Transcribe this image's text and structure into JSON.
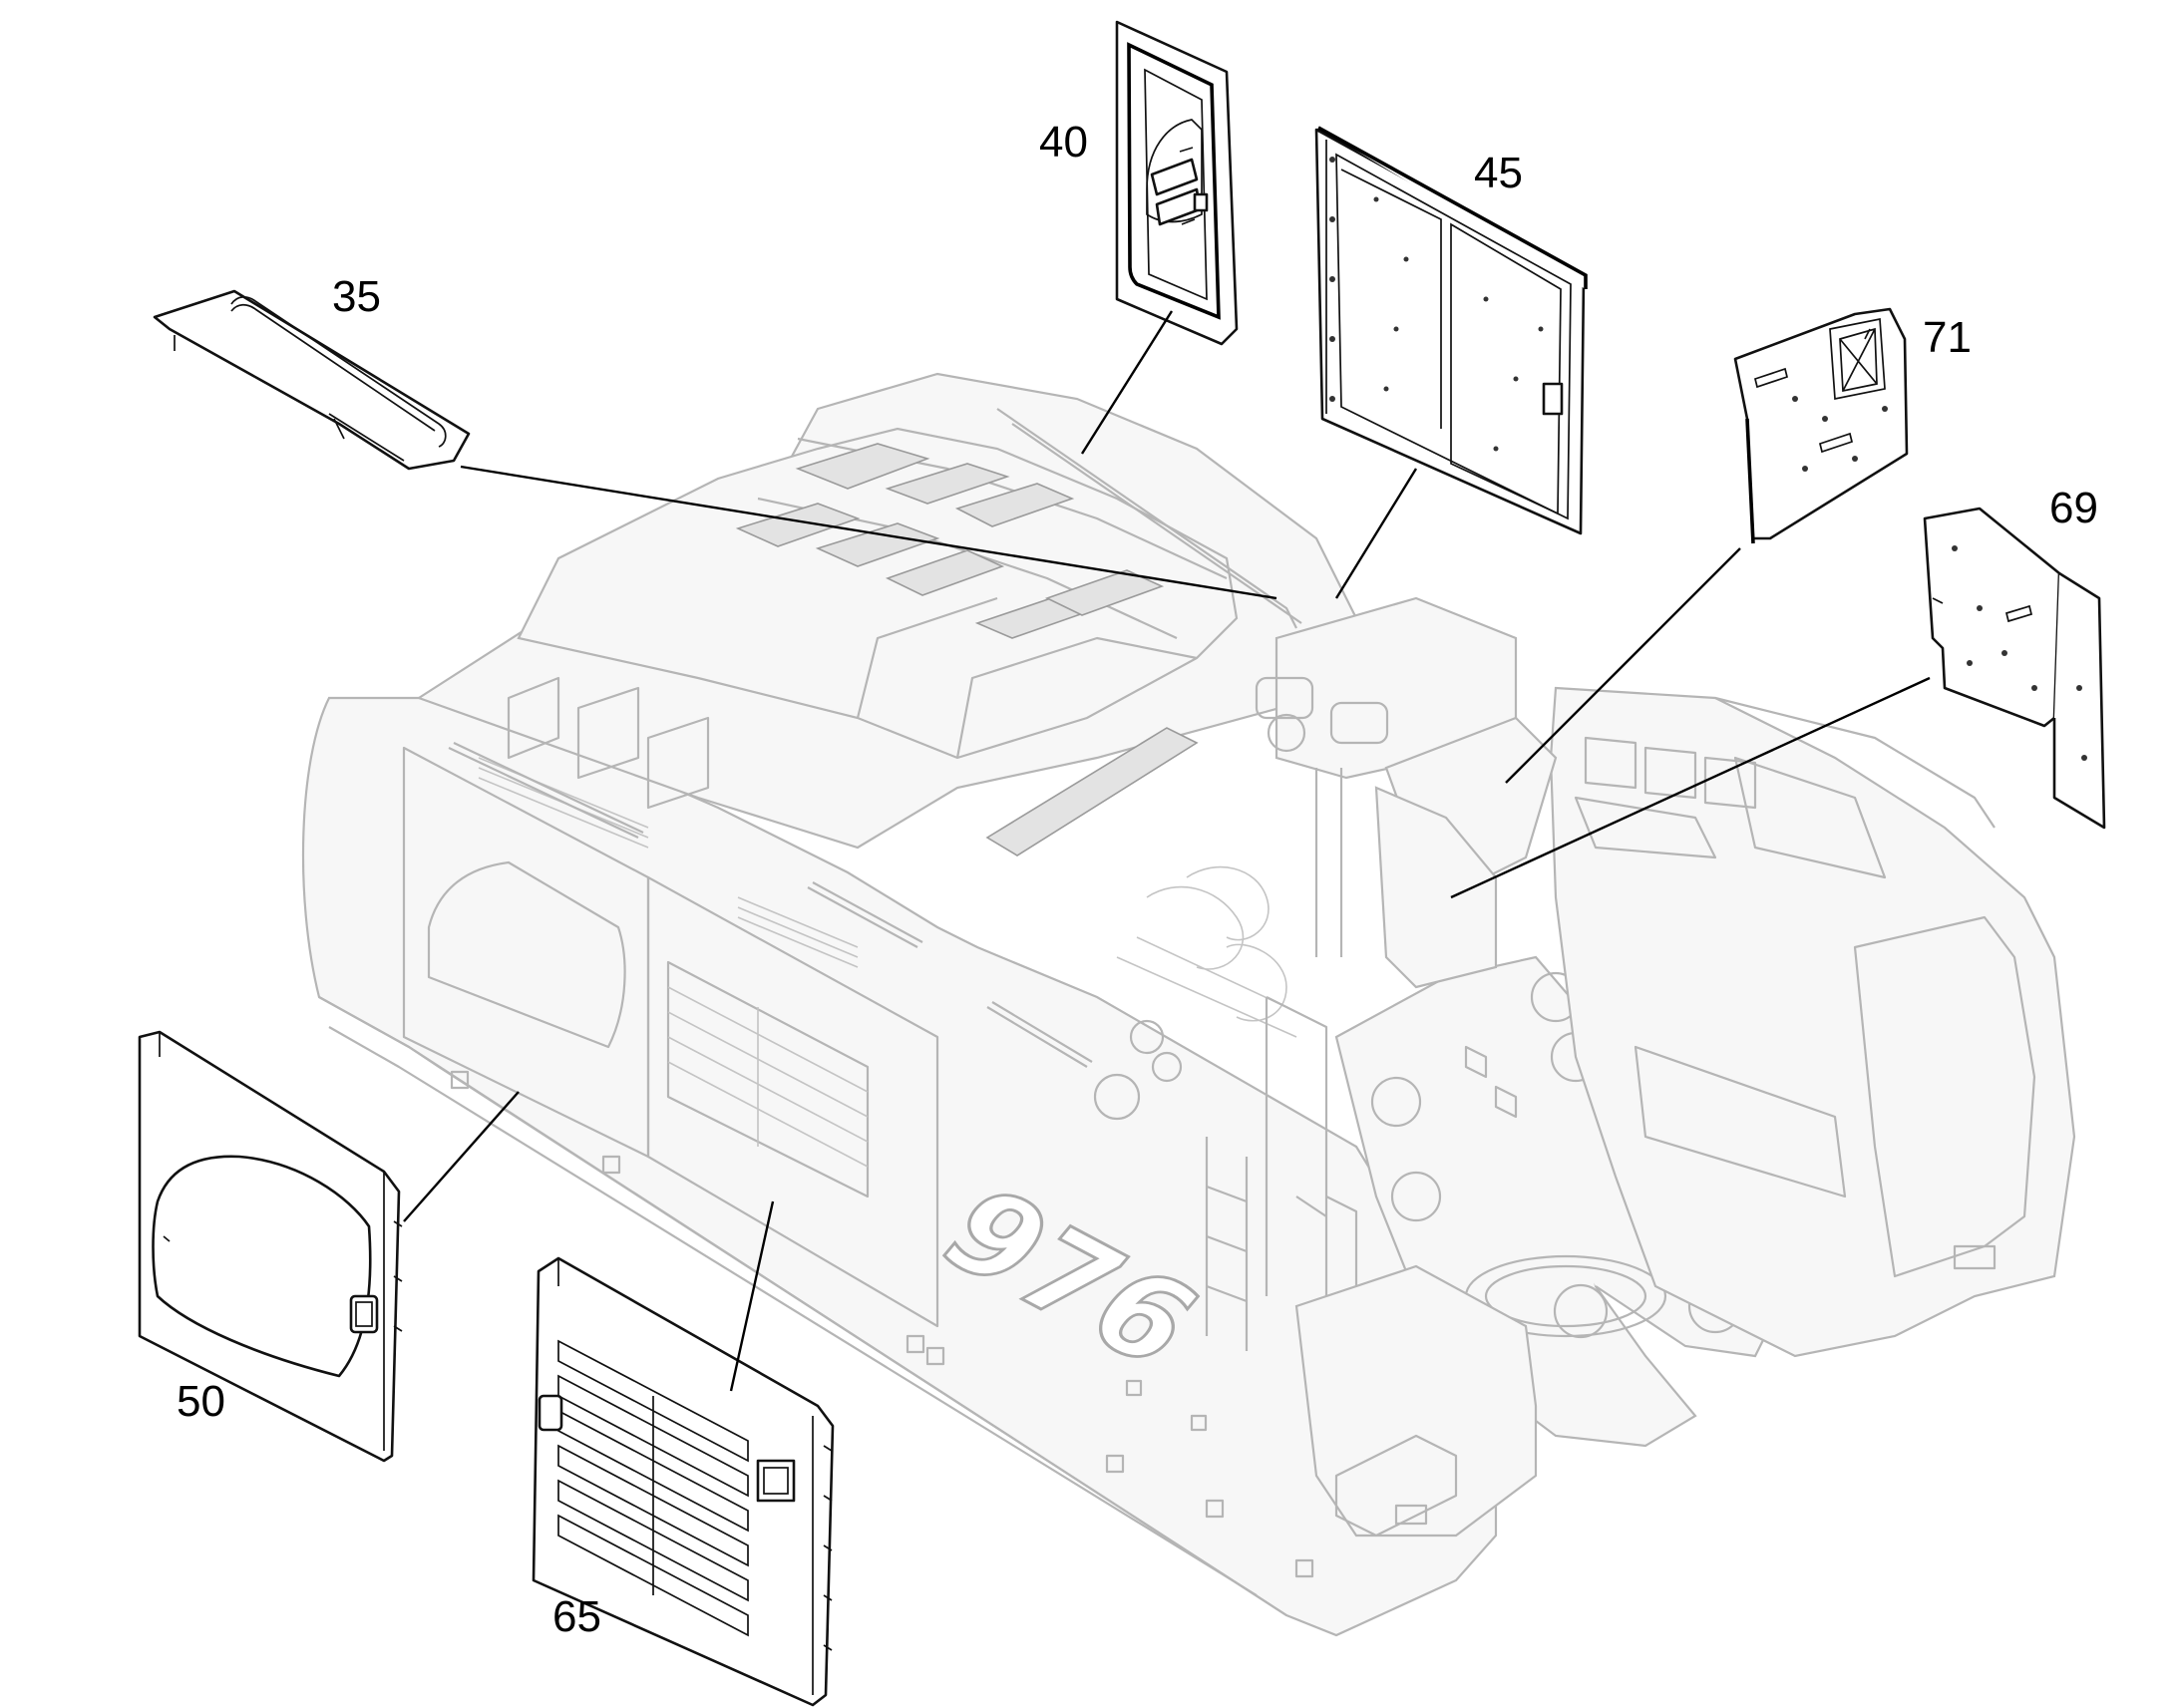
{
  "diagram": {
    "callouts": [
      {
        "id": "35",
        "label": "35"
      },
      {
        "id": "40",
        "label": "40"
      },
      {
        "id": "45",
        "label": "45"
      },
      {
        "id": "50",
        "label": "50"
      },
      {
        "id": "65",
        "label": "65"
      },
      {
        "id": "69",
        "label": "69"
      },
      {
        "id": "71",
        "label": "71"
      }
    ],
    "model_marking": "976"
  },
  "colors": {
    "part_outline": "#111111",
    "machine_outline": "#b5b5b5",
    "background": "#ffffff"
  }
}
